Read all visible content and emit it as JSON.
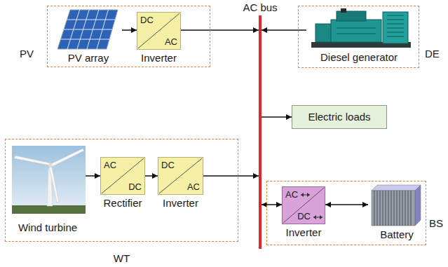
{
  "diagram": {
    "nodes": [
      {
        "text": [
          "PV"
        ]
      },
      {
        "text": [
          "PV array"
        ],
        "in": 0
      },
      {
        "text": [
          "DC",
          "AC",
          "Inverter"
        ],
        "in": 0
      },
      {
        "text": [
          "AC bus"
        ]
      },
      {
        "text": [
          "DE"
        ]
      },
      {
        "text": [
          "Diesel generator"
        ],
        "in": 4
      },
      {
        "text": [
          "Electric loads"
        ]
      },
      {
        "text": [
          "WT"
        ]
      },
      {
        "text": [
          "Wind turbine"
        ],
        "in": 7
      },
      {
        "text": [
          "AC",
          "DC",
          "Rectifier"
        ],
        "in": 7
      },
      {
        "text": [
          "DC",
          "AC",
          "Inverter"
        ],
        "in": 7
      },
      {
        "text": [
          "BS"
        ]
      },
      {
        "text": [
          "AC",
          "DC",
          "Inverter"
        ],
        "in": 11
      },
      {
        "text": [
          "Battery"
        ],
        "in": 11
      }
    ],
    "edges": [
      {
        "from": 1,
        "to": 2,
        "arrow": "to"
      },
      {
        "from": 2,
        "to": 3,
        "arrow": "to"
      },
      {
        "from": 5,
        "to": 3,
        "arrow": "to"
      },
      {
        "from": 3,
        "to": 6,
        "arrow": "to"
      },
      {
        "from": 8,
        "to": 9,
        "arrow": "to"
      },
      {
        "from": 9,
        "to": 10,
        "arrow": "to"
      },
      {
        "from": 10,
        "to": 3,
        "arrow": "to"
      },
      {
        "from": 3,
        "to": 12,
        "arrow": "both"
      },
      {
        "from": 12,
        "to": 13,
        "arrow": "both"
      }
    ]
  }
}
